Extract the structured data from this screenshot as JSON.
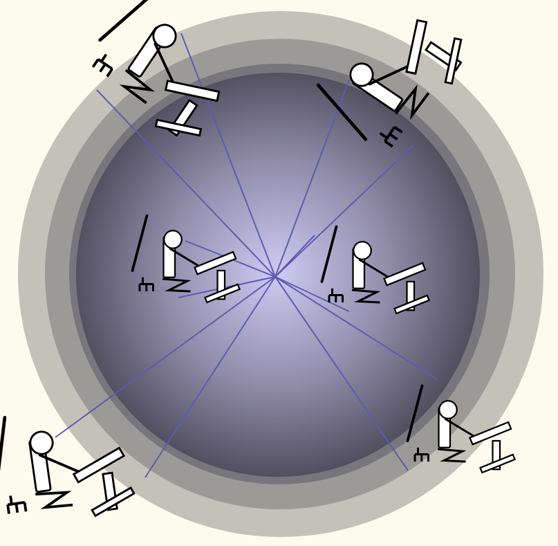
{
  "colors": {
    "background": "#fdfbee",
    "outer_ring": "#c4c2b8",
    "middle_ring": "#9c9a96",
    "inner_ring": "#77767d",
    "sphere_center": "#cfcaf2",
    "sphere_edge": "#4e4c5c",
    "sight_line": "#5c5cb0",
    "figure_fill": "#ffffff",
    "figure_stroke": "#000000"
  },
  "convergence_point_label": "",
  "workers": [
    {
      "name": "worker-top-left",
      "icon": "seated-desk-worker-icon"
    },
    {
      "name": "worker-top-right",
      "icon": "seated-desk-worker-icon"
    },
    {
      "name": "worker-left",
      "icon": "seated-desk-worker-icon"
    },
    {
      "name": "worker-center",
      "icon": "seated-desk-worker-icon"
    },
    {
      "name": "worker-bottom-left",
      "icon": "seated-desk-worker-icon"
    },
    {
      "name": "worker-bottom-right",
      "icon": "seated-desk-worker-icon"
    }
  ]
}
